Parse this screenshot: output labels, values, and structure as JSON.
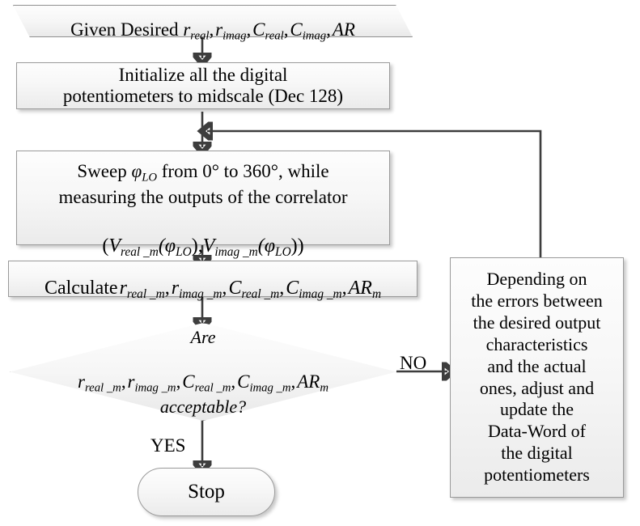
{
  "diagram": {
    "title": "Calibration algorithm flowchart",
    "accent_color": "#3d3d3d",
    "shape_fill": "#f4f4f4",
    "shape_border": "#8f8f8f"
  },
  "nodes": {
    "input": {
      "shape": "parallelogram",
      "text_prefix": "Given Desired ",
      "vars": [
        "r",
        "r",
        "C",
        "C",
        "AR"
      ],
      "subs": [
        "real",
        "imag",
        "real",
        "imag",
        ""
      ]
    },
    "initialize": {
      "shape": "process",
      "line1": "Initialize all the digital",
      "line2": "potentiometers to midscale (Dec 128)"
    },
    "sweep": {
      "shape": "process",
      "line1_a": "Sweep ",
      "line1_phi": "φ",
      "line1_phi_sub": "LO",
      "line1_b": " from 0° to 360°, while",
      "line2": "measuring the outputs of the correlator",
      "line3_open": "(",
      "line3_v1": "V",
      "line3_v1_sub": "real _m",
      "line3_v1_arg": "(φ",
      "line3_v1_arg_sub": "LO",
      "line3_mid": "),",
      "line3_v2": "V",
      "line3_v2_sub": "imag _m",
      "line3_v2_arg": "(φ",
      "line3_v2_arg_sub": "LO",
      "line3_close": "))"
    },
    "calculate": {
      "shape": "process",
      "prefix": "Calculate",
      "vars": [
        "r",
        "r",
        "C",
        "C",
        "AR"
      ],
      "subs": [
        "real _m",
        "imag _m",
        "real _m",
        "imag _m",
        "m"
      ]
    },
    "decision": {
      "shape": "decision",
      "line1": "Are",
      "vars": [
        "r",
        "r",
        "C",
        "C",
        "AR"
      ],
      "subs": [
        "real _m",
        "imag _m",
        "real _m",
        "imag _m",
        "m"
      ],
      "line3": "acceptable?"
    },
    "adjust": {
      "shape": "process",
      "lines": [
        "Depending on",
        "the errors between",
        "the desired output",
        "characteristics",
        "and the actual",
        "ones, adjust and",
        "update the",
        "Data-Word of",
        "the digital",
        "potentiometers"
      ]
    },
    "stop": {
      "shape": "terminator",
      "label": "Stop"
    }
  },
  "edge_labels": {
    "no": "NO",
    "yes": "YES"
  }
}
